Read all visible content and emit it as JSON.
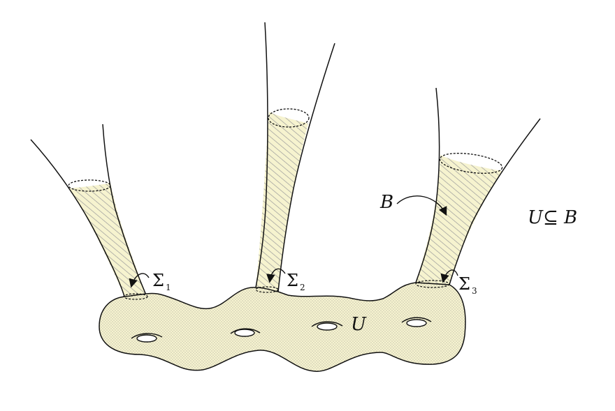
{
  "labels": {
    "B": "B",
    "U": "U",
    "subset_U": "U",
    "subset_sym": "⊆",
    "subset_B": "B",
    "sigma1": "Σ",
    "sigma1_sub": "1",
    "sigma2": "Σ",
    "sigma2_sub": "2",
    "sigma3": "Σ",
    "sigma3_sub": "3"
  },
  "colors": {
    "fill": "#f6f3cf",
    "hatch": "#9a9a9a",
    "stroke": "#111111"
  },
  "icons": {
    "handle": "genus-handle-icon",
    "arrow": "curved-arrow-icon"
  }
}
